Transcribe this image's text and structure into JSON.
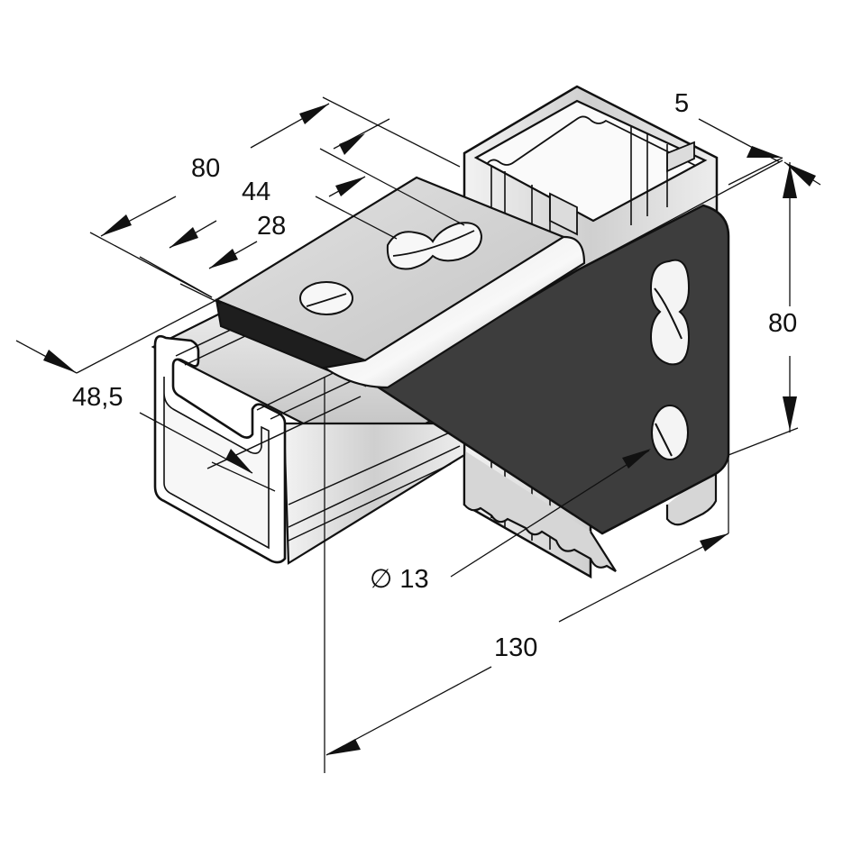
{
  "drawing": {
    "dimensions": {
      "d80_top": "80",
      "d44": "44",
      "d28": "28",
      "d48_5": "48,5",
      "d5": "5",
      "d80_right": "80",
      "diameter": "∅ 13",
      "d130": "130"
    }
  },
  "colors": {
    "background": "#ffffff",
    "outline": "#111111",
    "plate_dark": "#3d3d3d",
    "metal_light": "#e6e6e6",
    "metal_mid": "#c3c3c3",
    "metal_dark": "#9a9a9a"
  }
}
